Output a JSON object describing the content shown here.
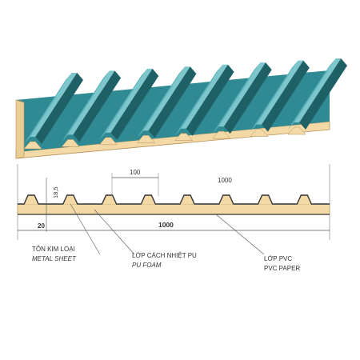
{
  "colors": {
    "steel_face": "#2f8a94",
    "steel_highlight": "#5fb5bd",
    "steel_dark": "#1f5f66",
    "foam": "#f2d9a6",
    "foam_edge": "#b8925a",
    "line": "#555555"
  },
  "dimensions": {
    "rib_pitch": "100",
    "cover_width_top": "1000",
    "rib_height": "18,5",
    "foam_thickness": "20",
    "cover_width_bottom": "1000"
  },
  "labels": {
    "metal_sheet_vi": "TÔN KIM LOẠI",
    "metal_sheet_en": "METAL SHEET",
    "pu_foam_vi": "LỚP CÁCH NHIỆT PU",
    "pu_foam_en": "PU FOAM",
    "pvc_vi": "LỚP PVC",
    "pvc_en": "PVC PAPER"
  },
  "panel": {
    "rib_count": 8
  }
}
